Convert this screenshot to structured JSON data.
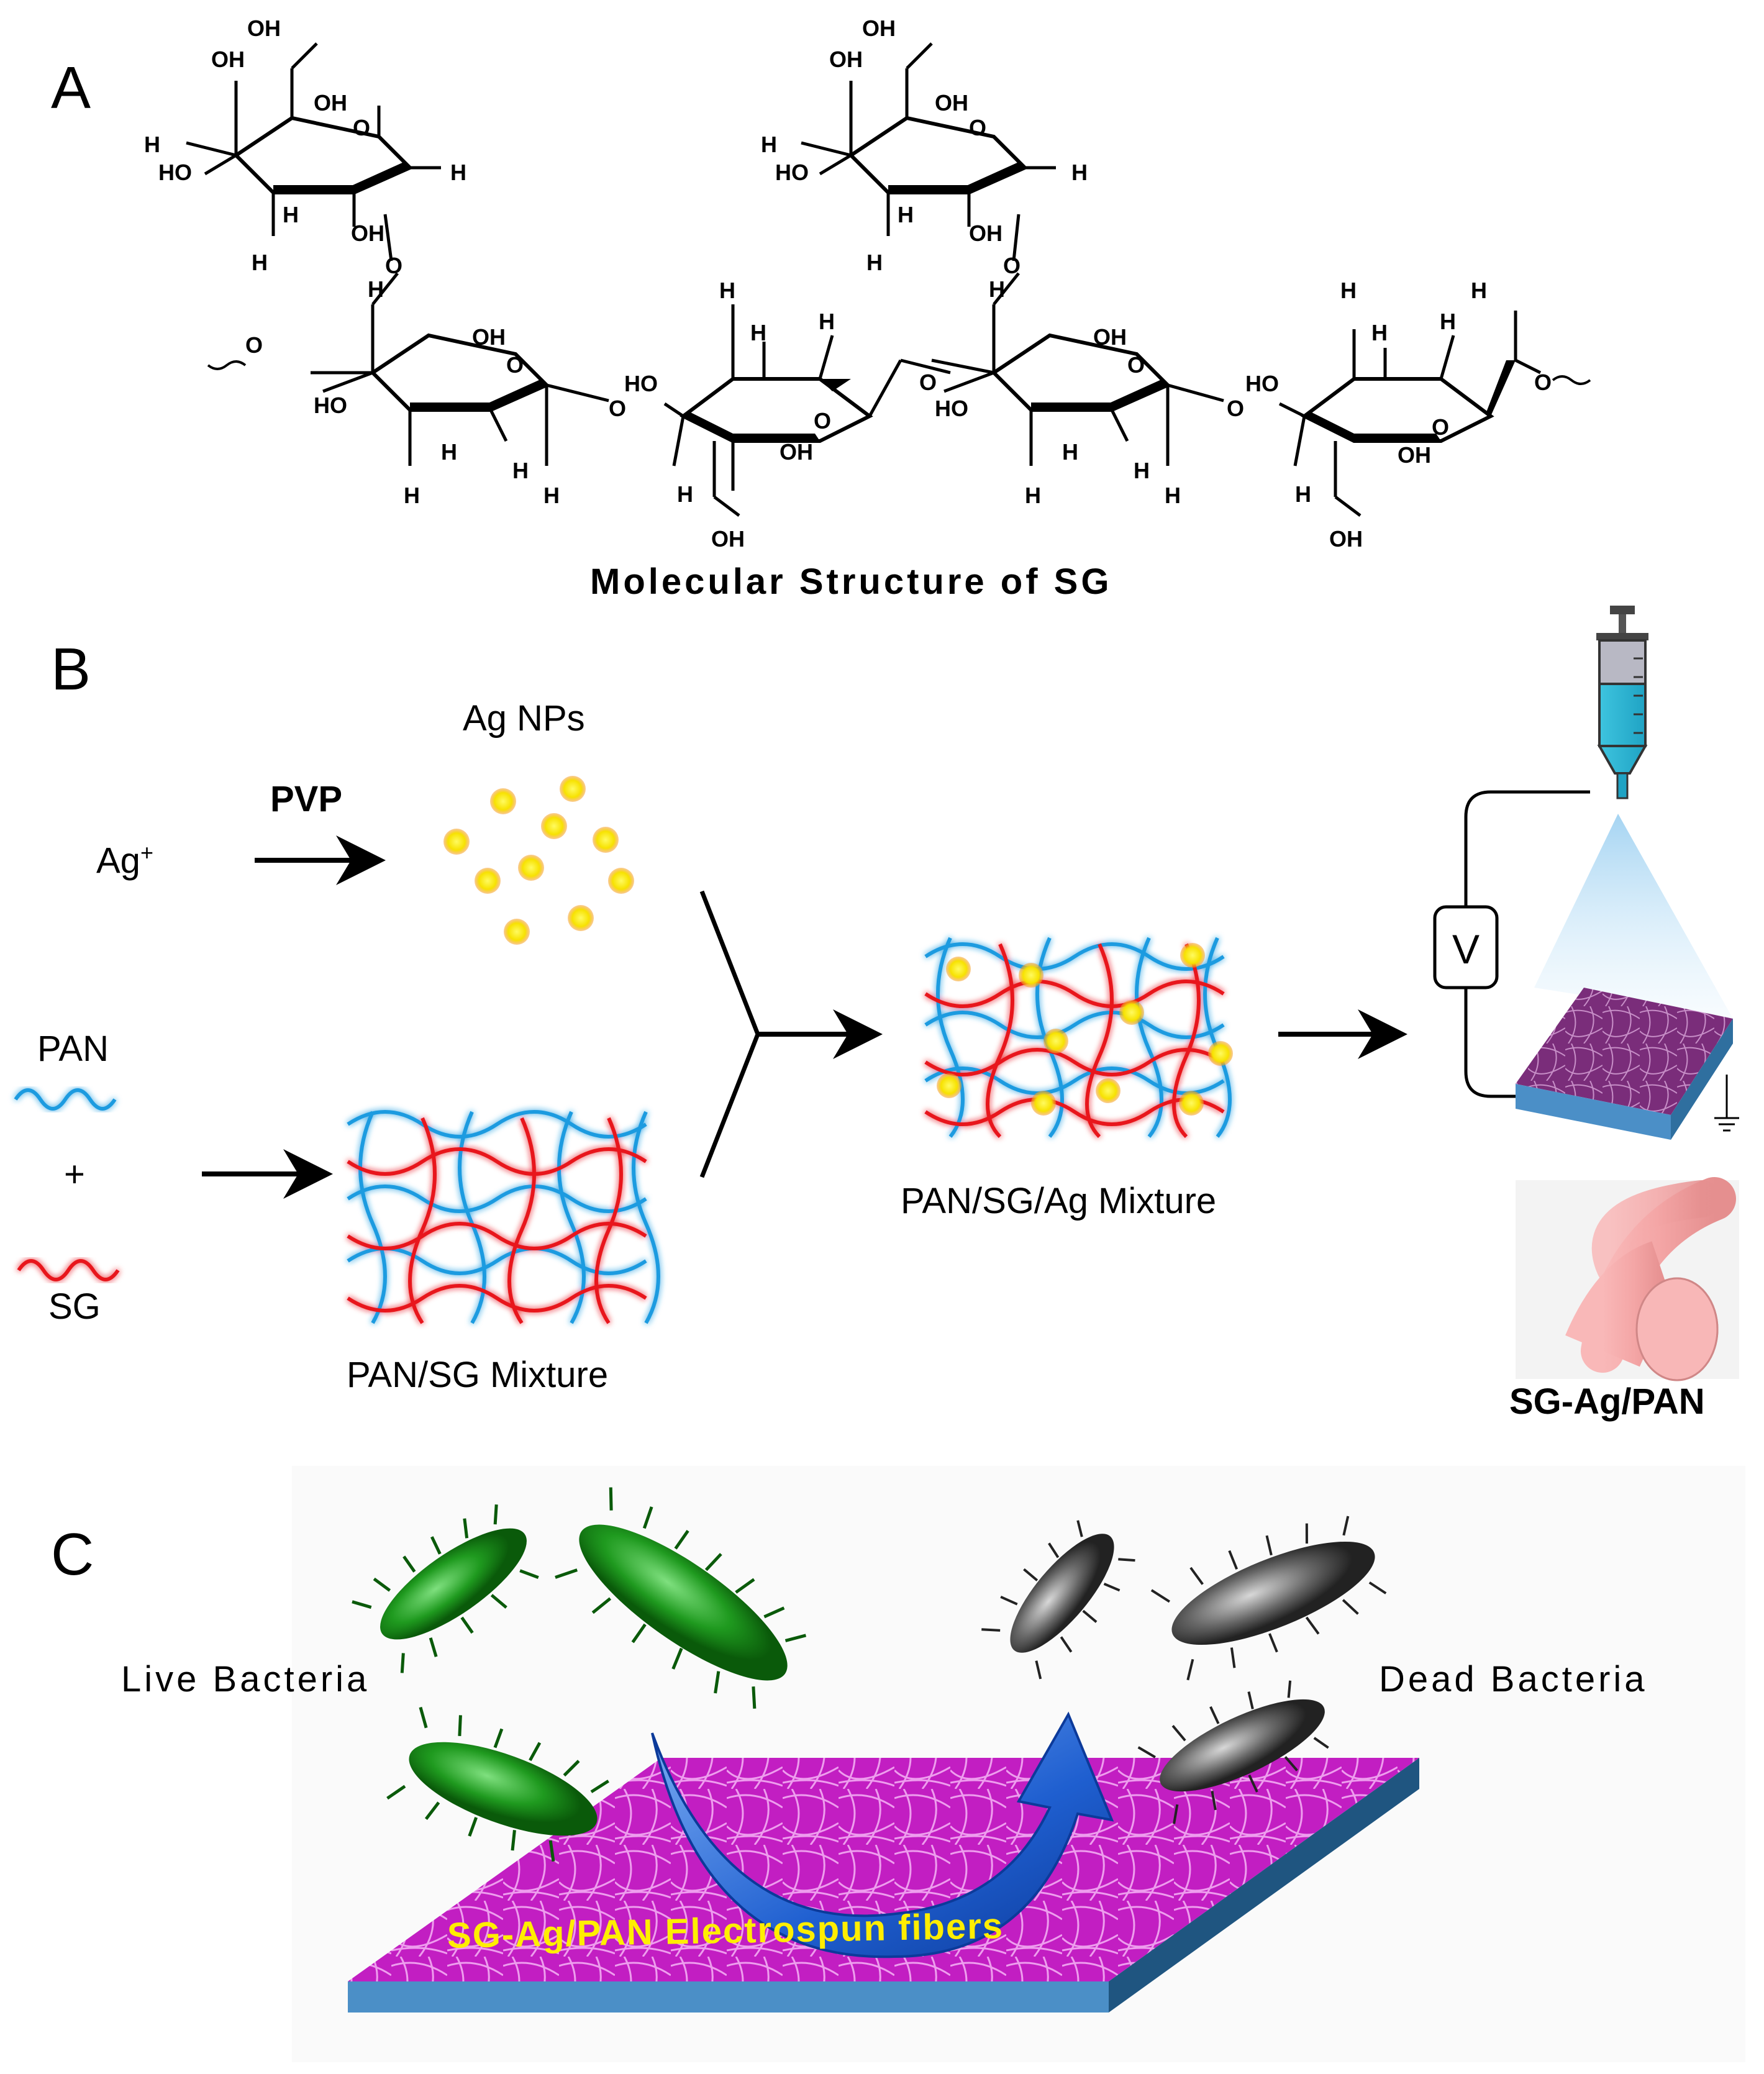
{
  "panels": {
    "a": {
      "label": "A",
      "caption": "Molecular Structure of SG",
      "atoms": {
        "oh": "OH",
        "ho": "HO",
        "h": "H",
        "o": "O"
      }
    },
    "b": {
      "label": "B",
      "ag_ion": "Ag",
      "ag_charge": "+",
      "pvp": "PVP",
      "ag_nps": "Ag NPs",
      "pan": "PAN",
      "plus": "+",
      "sg": "SG",
      "pan_sg_mixture": "PAN/SG Mixture",
      "pan_sg_ag_mixture": "PAN/SG/Ag Mixture",
      "voltage": "V",
      "product": "SG-Ag/PAN"
    },
    "c": {
      "label": "C",
      "live": "Live Bacteria",
      "dead": "Dead Bacteria",
      "mat_label": "SG-Ag/PAN Electrospun fibers"
    }
  },
  "colors": {
    "pan_strand": "#1e9be0",
    "sg_strand": "#e8141c",
    "ag_particle": "#f5e60a",
    "ag_glow": "#f59a2a",
    "mat_purple": "#c21ec2",
    "mat_side": "#4b8fc7",
    "arrow_blue": "#1f5fd0",
    "mat_text": "#ffee00",
    "live_bacteria": "#1f9a1f",
    "dead_bacteria": "#555555"
  }
}
